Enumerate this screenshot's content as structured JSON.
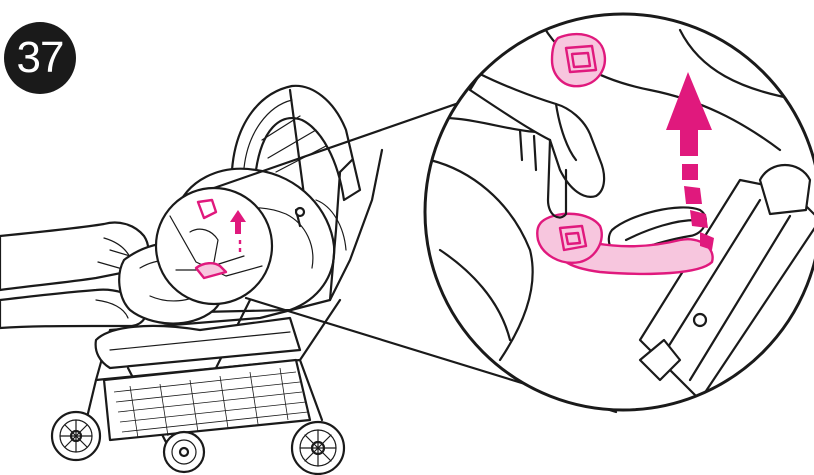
{
  "step": {
    "number": "37"
  },
  "colors": {
    "accent": "#e0197d",
    "ink": "#1a1a1a",
    "background": "#ffffff"
  },
  "figure": {
    "overview": "stroller-with-infant-car-seat",
    "detail": "harness-chest-clip-zoom",
    "action": "lift-clip-upward"
  }
}
